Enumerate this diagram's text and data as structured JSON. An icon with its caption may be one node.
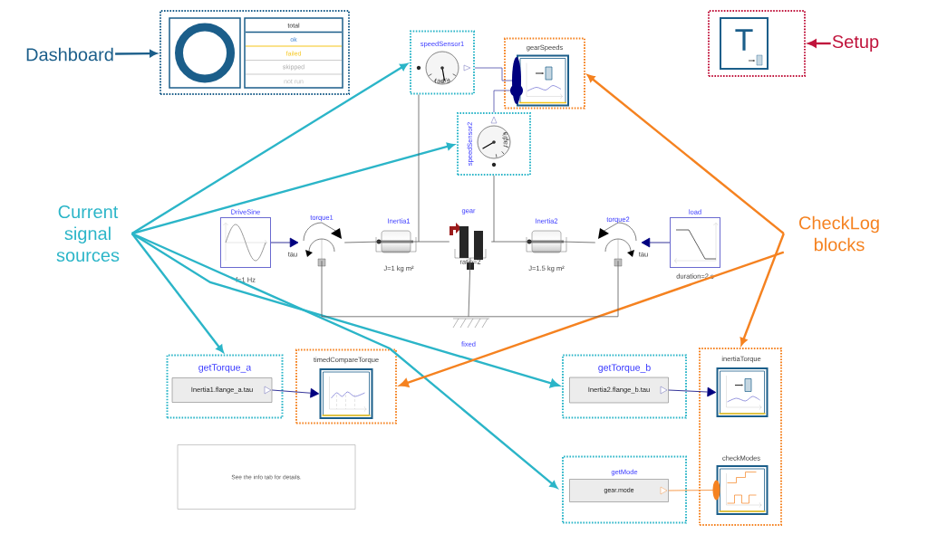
{
  "diagram": {
    "nodes": [
      {
        "text": [
          "Dashboard"
        ]
      },
      {
        "text": [],
        "shape": "box"
      },
      {
        "text": [],
        "shape": "circle",
        "in": 1
      },
      {
        "text": [
          "total",
          "ok",
          "failed",
          "skipped",
          "not run"
        ],
        "in": 1
      },
      {
        "text": [
          "Setup"
        ]
      },
      {
        "text": [],
        "shape": "box"
      },
      {
        "text": [
          "T"
        ],
        "in": 5
      },
      {
        "text": [
          "speedSensor1",
          "rad/s"
        ]
      },
      {
        "text": [
          "gearSpeeds"
        ]
      },
      {
        "text": [],
        "shape": "box",
        "in": 8
      },
      {
        "text": [
          "speedSensor2",
          "rad/s"
        ]
      },
      {
        "text": [
          "DriveSine"
        ],
        "beside": [
          "f=1 Hz"
        ]
      },
      {
        "text": [
          "torque1",
          "tau"
        ]
      },
      {
        "text": [
          "Inertia1"
        ],
        "beside": [
          "J=1 kg m²"
        ]
      },
      {
        "text": [
          "gear",
          "ratio=2"
        ]
      },
      {
        "text": [
          "Inertia2"
        ],
        "beside": [
          "J=1.5 kg m²"
        ]
      },
      {
        "text": [
          "torque2",
          "tau"
        ]
      },
      {
        "text": [
          "load"
        ],
        "beside": [
          "duration=2 s"
        ]
      },
      {
        "text": [
          "fixed"
        ]
      },
      {
        "text": [
          "Current signal sources"
        ]
      },
      {
        "text": [
          "CheckLog blocks"
        ]
      },
      {
        "text": [
          "getTorque_a"
        ]
      },
      {
        "text": [
          "Inertia1.flange_a.tau"
        ],
        "in": 21
      },
      {
        "text": [
          "timedCompareTorque"
        ]
      },
      {
        "text": [],
        "shape": "box",
        "in": 23
      },
      {
        "text": [
          "getTorque_b"
        ]
      },
      {
        "text": [
          "Inertia2.flange_b.tau"
        ],
        "in": 25
      },
      {
        "text": [],
        "shape": "box"
      },
      {
        "text": [
          "inertiaTorque"
        ],
        "in": 27
      },
      {
        "text": [
          "checkModes"
        ],
        "in": 27
      },
      {
        "text": [
          "See the info tab for details."
        ]
      },
      {
        "text": [
          "getMode"
        ]
      },
      {
        "text": [
          "gear.mode"
        ],
        "in": 31
      }
    ],
    "edges": [
      {
        "from": 0,
        "to": 1,
        "arrow": "to",
        "style": "thick",
        "color": "#1b5e8a"
      },
      {
        "from": 4,
        "to": 5,
        "arrow": "to",
        "style": "thick",
        "color": "#c0143c"
      },
      {
        "from": 19,
        "to": 7,
        "arrow": "to",
        "style": "thick",
        "color": "#2bb5c8"
      },
      {
        "from": 19,
        "to": 10,
        "arrow": "to",
        "style": "thick",
        "color": "#2bb5c8"
      },
      {
        "from": 19,
        "to": 21,
        "arrow": "to",
        "style": "thick",
        "color": "#2bb5c8"
      },
      {
        "from": 19,
        "to": 25,
        "arrow": "to",
        "style": "thick",
        "color": "#2bb5c8"
      },
      {
        "from": 19,
        "to": 31,
        "arrow": "to",
        "style": "thick",
        "color": "#2bb5c8"
      },
      {
        "from": 20,
        "to": 8,
        "arrow": "to",
        "style": "thick",
        "color": "#f58220"
      },
      {
        "from": 20,
        "to": 23,
        "arrow": "to",
        "style": "thick",
        "color": "#f58220"
      },
      {
        "from": 20,
        "to": 27,
        "arrow": "to",
        "style": "thick",
        "color": "#f58220"
      },
      {
        "from": 7,
        "to": 9,
        "arrow": "other",
        "color": "#4a4aa8"
      },
      {
        "from": 10,
        "to": 9,
        "arrow": "other",
        "color": "#4a4aa8"
      },
      {
        "from": 22,
        "to": 24,
        "arrow": "to",
        "color": "#00007f"
      },
      {
        "from": 26,
        "to": 28,
        "arrow": "to",
        "color": "#00007f"
      },
      {
        "from": 32,
        "to": 29,
        "arrow": "other",
        "color": "#f58220"
      },
      {
        "from": 11,
        "to": 12,
        "arrow": "to",
        "color": "#00007f"
      },
      {
        "from": 12,
        "to": 13,
        "arrow": "none"
      },
      {
        "from": 13,
        "to": 14,
        "arrow": "none"
      },
      {
        "from": 14,
        "to": 15,
        "arrow": "none"
      },
      {
        "from": 15,
        "to": 16,
        "arrow": "none"
      },
      {
        "from": 17,
        "to": 16,
        "arrow": "to",
        "color": "#00007f"
      },
      {
        "from": 13,
        "to": 7,
        "arrow": "none"
      },
      {
        "from": 14,
        "to": 10,
        "arrow": "none"
      },
      {
        "from": 12,
        "to": 18,
        "arrow": "none"
      },
      {
        "from": 14,
        "to": 18,
        "arrow": "none"
      },
      {
        "from": 16,
        "to": 18,
        "arrow": "none"
      }
    ]
  }
}
